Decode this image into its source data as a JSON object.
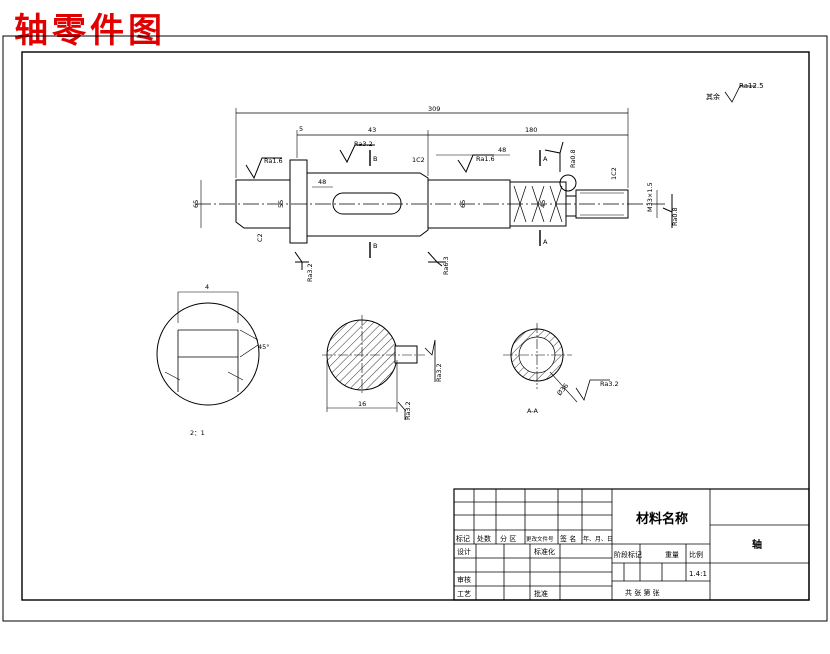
{
  "page_title": "轴零件图",
  "roughness_note": {
    "prefix": "其余",
    "value": "Ra12.5"
  },
  "dimensions": {
    "overall_length": "309",
    "segment_left": "43",
    "segment_right": "180",
    "keyway_len": "48",
    "right_step": "48",
    "small_step": "5",
    "left_dia": "65",
    "left_dia2": "55",
    "mid_dia": "65",
    "right_dia": "45",
    "thread_spec": "M33×1.5",
    "chamfer_left": "C2",
    "chamfer_mid": "1C2",
    "chamfer_right": "1C2",
    "section_width": "4",
    "section_angle": "45°",
    "section2_depth": "16",
    "section3_size": "Ø36",
    "detail_scale": "2：1",
    "section_name": "A-A"
  },
  "roughness": {
    "r1": "Ra1.6",
    "r2": "Ra3.2",
    "r3": "Ra1.6",
    "r4": "Ra0.8",
    "r5": "Ra0.8",
    "r6": "Ra3.2",
    "r7": "Ra6.3",
    "r8": "Ra3.2",
    "r9": "Ra3.2",
    "r10": "Ra3.2"
  },
  "section_markers": {
    "b_top": "B",
    "b_bottom": "B",
    "a_top": "A",
    "a_bottom": "A"
  },
  "title_block": {
    "material": "材料名称",
    "part_name": "轴",
    "row_labels": [
      "标记",
      "处数",
      "分 区",
      "更改文件号",
      "签 名",
      "年、月、日"
    ],
    "design": "设计",
    "standardize": "标准化",
    "review": "审核",
    "process": "工艺",
    "approve": "批准",
    "stage_header": [
      "阶段标记",
      "重量",
      "比例"
    ],
    "scale_value": "1.4:1",
    "sheet_info": "共 张 第 张"
  }
}
